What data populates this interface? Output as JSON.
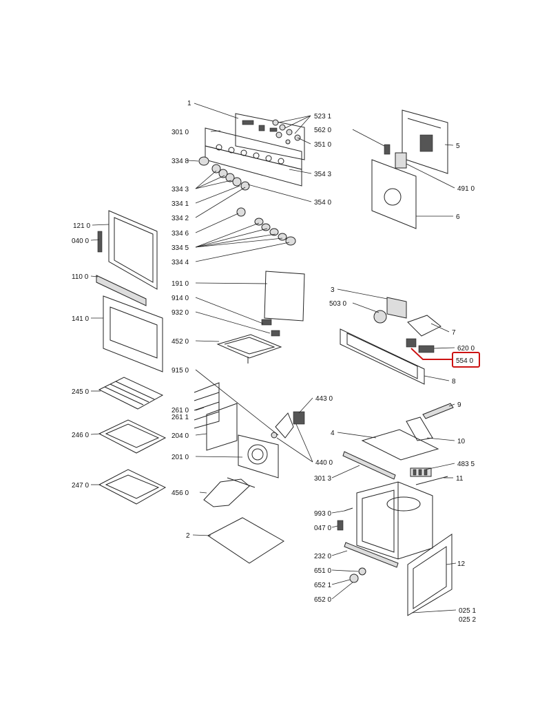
{
  "highlighted_label": "554 0",
  "labels": {
    "l1": "1",
    "l523_1": "523 1",
    "l301_0": "301 0",
    "l562_0": "562 0",
    "l351_0": "351 0",
    "l5": "5",
    "l334_8": "334 8",
    "l354_3": "354 3",
    "l334_3": "334 3",
    "l491_0": "491 0",
    "l334_1": "334 1",
    "l354_0": "354 0",
    "l334_2": "334 2",
    "l121_0": "121 0",
    "l6": "6",
    "l334_6": "334 6",
    "l040_0": "040 0",
    "l334_5": "334 5",
    "l334_4": "334 4",
    "l110_0": "110 0",
    "l191_0": "191 0",
    "l3": "3",
    "l914_0": "914 0",
    "l503_0": "503 0",
    "l141_0": "141 0",
    "l932_0": "932 0",
    "l7": "7",
    "l452_0": "452 0",
    "l620_0": "620 0",
    "l554_0": "554 0",
    "l915_0": "915 0",
    "l8": "8",
    "l245_0": "245 0",
    "l443_0": "443 0",
    "l9": "9",
    "l261_0": "261 0",
    "l261_1": "261 1",
    "l246_0": "246 0",
    "l204_0": "204 0",
    "l4": "4",
    "l10": "10",
    "l201_0": "201 0",
    "l440_0": "440 0",
    "l483_5": "483 5",
    "l301_3": "301 3",
    "l247_0": "247 0",
    "l11": "11",
    "l456_0": "456 0",
    "l993_0": "993 0",
    "l047_0": "047 0",
    "l2": "2",
    "l232_0": "232 0",
    "l12": "12",
    "l651_0": "651 0",
    "l652_1": "652 1",
    "l652_0": "652 0",
    "l025_1": "025 1",
    "l025_2": "025 2"
  }
}
